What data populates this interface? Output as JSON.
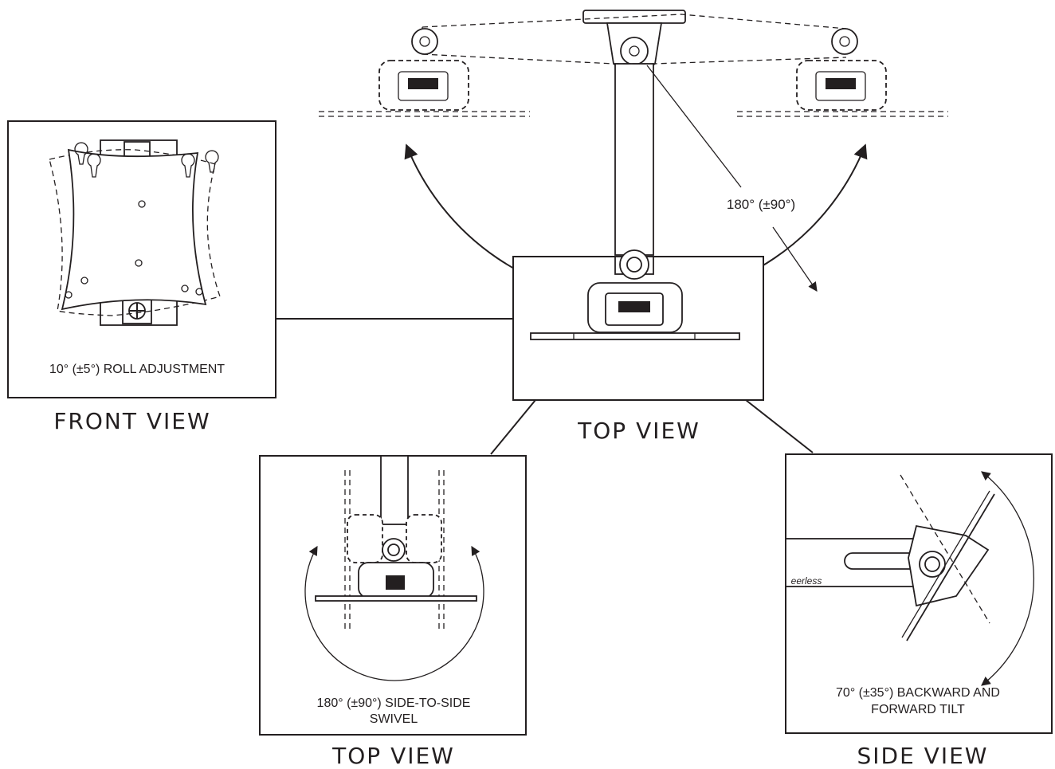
{
  "views": {
    "front": {
      "label": "FRONT VIEW",
      "note": "10° (±5°) ROLL ADJUSTMENT"
    },
    "top_main": {
      "label": "TOP VIEW",
      "angle": "180° (±90°)"
    },
    "top_detail": {
      "label": "TOP VIEW",
      "note_line1": "180° (±90°) SIDE-TO-SIDE",
      "note_line2": "SWIVEL"
    },
    "side": {
      "label": "SIDE VIEW",
      "note_line1": "70° (±35°) BACKWARD AND",
      "note_line2": "FORWARD TILT",
      "brand": "eerless"
    }
  },
  "colors": {
    "ink": "#231f20",
    "paper": "#ffffff"
  }
}
